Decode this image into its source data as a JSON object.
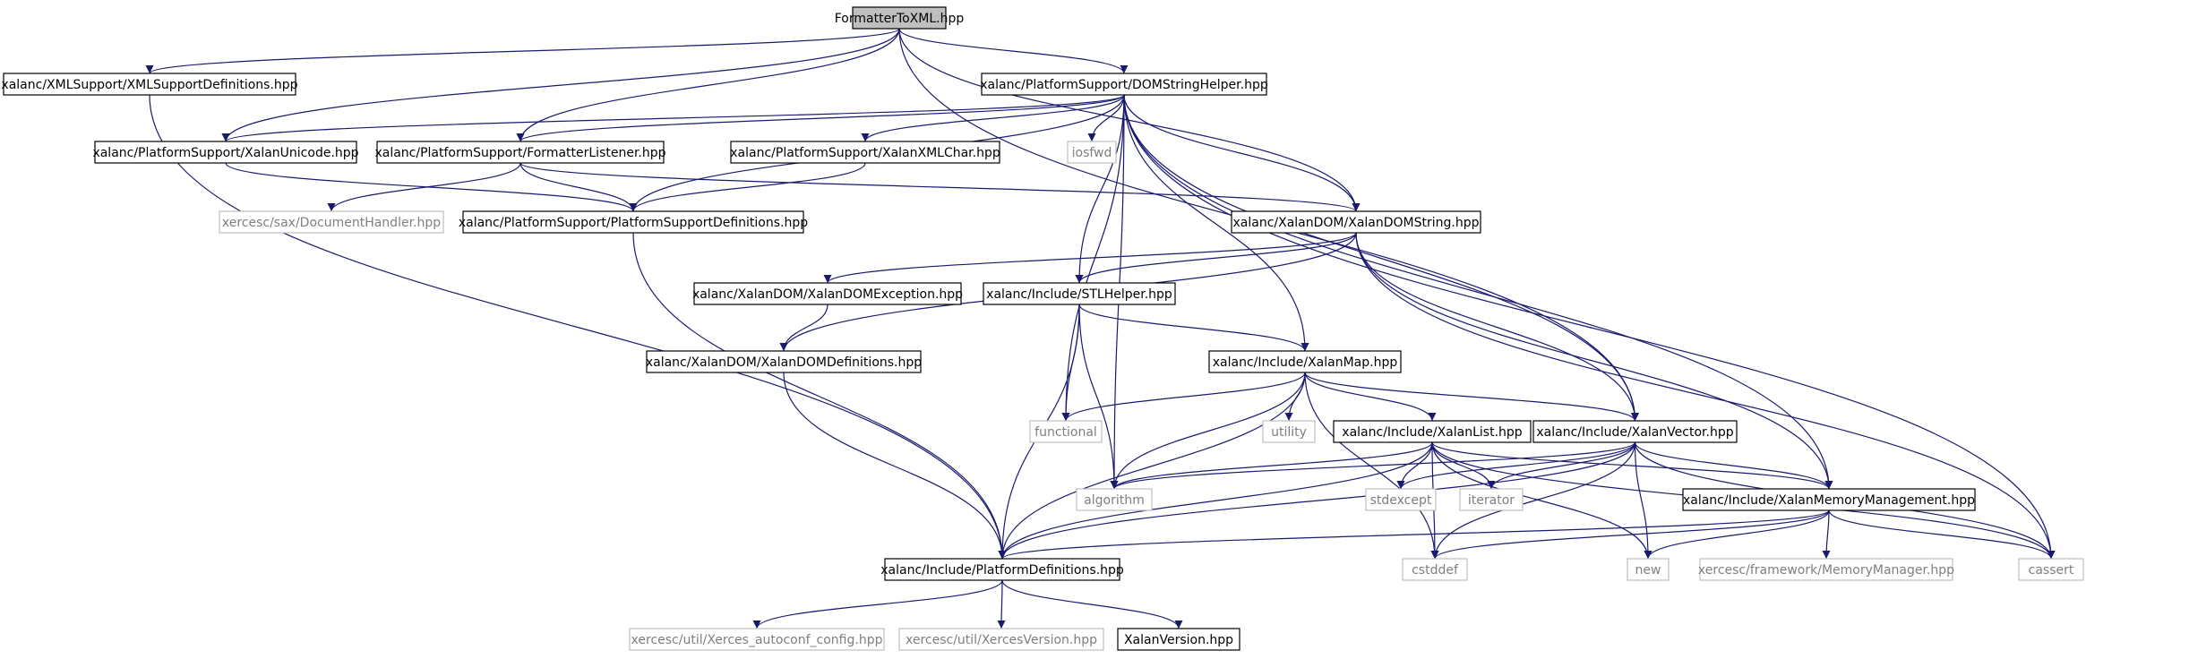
{
  "colors": {
    "edge": "#191970",
    "root_fill": "#bfbfbf",
    "box_border_bold": "#000000",
    "box_border_ext": "#bfbfbf",
    "text_bold": "#000000",
    "text_ext": "#7f7f7f"
  },
  "nodes": [
    {
      "id": "root",
      "label": "FormatterToXML.hpp",
      "kind": "root"
    },
    {
      "id": "xmlsupdef",
      "label": "xalanc/XMLSupport/XMLSupportDefinitions.hpp",
      "kind": "bold"
    },
    {
      "id": "domsh",
      "label": "xalanc/PlatformSupport/DOMStringHelper.hpp",
      "kind": "bold"
    },
    {
      "id": "xunicode",
      "label": "xalanc/PlatformSupport/XalanUnicode.hpp",
      "kind": "bold"
    },
    {
      "id": "fmtlist",
      "label": "xalanc/PlatformSupport/FormatterListener.hpp",
      "kind": "bold"
    },
    {
      "id": "xmlchar",
      "label": "xalanc/PlatformSupport/XalanXMLChar.hpp",
      "kind": "bold"
    },
    {
      "id": "iosfwd",
      "label": "iosfwd",
      "kind": "ext"
    },
    {
      "id": "dochandler",
      "label": "xercesc/sax/DocumentHandler.hpp",
      "kind": "ext"
    },
    {
      "id": "psdefs",
      "label": "xalanc/PlatformSupport/PlatformSupportDefinitions.hpp",
      "kind": "bold"
    },
    {
      "id": "xdomstring",
      "label": "xalanc/XalanDOM/XalanDOMString.hpp",
      "kind": "bold"
    },
    {
      "id": "xdomexc",
      "label": "xalanc/XalanDOM/XalanDOMException.hpp",
      "kind": "bold"
    },
    {
      "id": "stlhelper",
      "label": "xalanc/Include/STLHelper.hpp",
      "kind": "bold"
    },
    {
      "id": "xdomdefs",
      "label": "xalanc/XalanDOM/XalanDOMDefinitions.hpp",
      "kind": "bold"
    },
    {
      "id": "xmap",
      "label": "xalanc/Include/XalanMap.hpp",
      "kind": "bold"
    },
    {
      "id": "functional",
      "label": "functional",
      "kind": "ext"
    },
    {
      "id": "utility",
      "label": "utility",
      "kind": "ext"
    },
    {
      "id": "xlist",
      "label": "xalanc/Include/XalanList.hpp",
      "kind": "bold"
    },
    {
      "id": "xvector",
      "label": "xalanc/Include/XalanVector.hpp",
      "kind": "bold"
    },
    {
      "id": "algorithm",
      "label": "algorithm",
      "kind": "ext"
    },
    {
      "id": "stdexcept",
      "label": "stdexcept",
      "kind": "ext"
    },
    {
      "id": "iterator",
      "label": "iterator",
      "kind": "ext"
    },
    {
      "id": "xmemmgmt",
      "label": "xalanc/Include/XalanMemoryManagement.hpp",
      "kind": "bold"
    },
    {
      "id": "platdefs",
      "label": "xalanc/Include/PlatformDefinitions.hpp",
      "kind": "bold"
    },
    {
      "id": "cstddef",
      "label": "cstddef",
      "kind": "ext"
    },
    {
      "id": "new",
      "label": "new",
      "kind": "ext"
    },
    {
      "id": "memmgr",
      "label": "xercesc/framework/MemoryManager.hpp",
      "kind": "ext"
    },
    {
      "id": "cassert",
      "label": "cassert",
      "kind": "ext"
    },
    {
      "id": "autoconf",
      "label": "xercesc/util/Xerces_autoconf_config.hpp",
      "kind": "ext"
    },
    {
      "id": "xercesver",
      "label": "xercesc/util/XercesVersion.hpp",
      "kind": "ext"
    },
    {
      "id": "xalanver",
      "label": "XalanVersion.hpp",
      "kind": "bold"
    }
  ],
  "edges": [
    [
      "root",
      "xmlsupdef"
    ],
    [
      "root",
      "domsh"
    ],
    [
      "root",
      "xunicode"
    ],
    [
      "root",
      "fmtlist"
    ],
    [
      "root",
      "xdomstring"
    ],
    [
      "root",
      "xvector"
    ],
    [
      "xmlsupdef",
      "platdefs"
    ],
    [
      "domsh",
      "xunicode"
    ],
    [
      "domsh",
      "fmtlist"
    ],
    [
      "domsh",
      "xmlchar"
    ],
    [
      "domsh",
      "iosfwd"
    ],
    [
      "domsh",
      "psdefs"
    ],
    [
      "domsh",
      "xdomstring"
    ],
    [
      "domsh",
      "stlhelper"
    ],
    [
      "domsh",
      "functional"
    ],
    [
      "domsh",
      "xmap"
    ],
    [
      "domsh",
      "algorithm"
    ],
    [
      "domsh",
      "xvector"
    ],
    [
      "domsh",
      "xmemmgmt"
    ],
    [
      "domsh",
      "cassert"
    ],
    [
      "xunicode",
      "psdefs"
    ],
    [
      "fmtlist",
      "dochandler"
    ],
    [
      "fmtlist",
      "psdefs"
    ],
    [
      "fmtlist",
      "xdomstring"
    ],
    [
      "xmlchar",
      "psdefs"
    ],
    [
      "psdefs",
      "platdefs"
    ],
    [
      "xdomstring",
      "xdomexc"
    ],
    [
      "xdomstring",
      "stlhelper"
    ],
    [
      "xdomstring",
      "xdomdefs"
    ],
    [
      "xdomstring",
      "xvector"
    ],
    [
      "xdomstring",
      "xmemmgmt"
    ],
    [
      "xdomstring",
      "cassert"
    ],
    [
      "xdomexc",
      "xdomdefs"
    ],
    [
      "xdomdefs",
      "platdefs"
    ],
    [
      "stlhelper",
      "functional"
    ],
    [
      "stlhelper",
      "xmap"
    ],
    [
      "stlhelper",
      "algorithm"
    ],
    [
      "stlhelper",
      "platdefs"
    ],
    [
      "xmap",
      "functional"
    ],
    [
      "xmap",
      "utility"
    ],
    [
      "xmap",
      "xlist"
    ],
    [
      "xmap",
      "xvector"
    ],
    [
      "xmap",
      "algorithm"
    ],
    [
      "xmap",
      "cstddef"
    ],
    [
      "xmap",
      "platdefs"
    ],
    [
      "xlist",
      "algorithm"
    ],
    [
      "xlist",
      "stdexcept"
    ],
    [
      "xlist",
      "iterator"
    ],
    [
      "xlist",
      "xmemmgmt"
    ],
    [
      "xlist",
      "platdefs"
    ],
    [
      "xlist",
      "cstddef"
    ],
    [
      "xlist",
      "new"
    ],
    [
      "xlist",
      "cassert"
    ],
    [
      "xvector",
      "algorithm"
    ],
    [
      "xvector",
      "stdexcept"
    ],
    [
      "xvector",
      "iterator"
    ],
    [
      "xvector",
      "xmemmgmt"
    ],
    [
      "xvector",
      "platdefs"
    ],
    [
      "xvector",
      "cstddef"
    ],
    [
      "xvector",
      "new"
    ],
    [
      "xvector",
      "cassert"
    ],
    [
      "xmemmgmt",
      "platdefs"
    ],
    [
      "xmemmgmt",
      "cstddef"
    ],
    [
      "xmemmgmt",
      "new"
    ],
    [
      "xmemmgmt",
      "memmgr"
    ],
    [
      "xmemmgmt",
      "cassert"
    ],
    [
      "platdefs",
      "autoconf"
    ],
    [
      "platdefs",
      "xercesver"
    ],
    [
      "platdefs",
      "xalanver"
    ]
  ]
}
